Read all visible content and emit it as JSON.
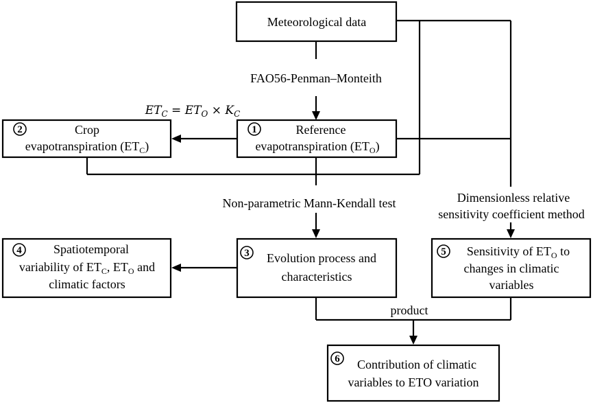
{
  "nodes": {
    "meteorological": {
      "label": "Meteorological data"
    },
    "crop": {
      "number": "2",
      "line1": "Crop",
      "line2_base": "evapotranspiration (ET",
      "line2_sub": "C",
      "line2_end": ")"
    },
    "reference": {
      "number": "1",
      "line1": "Reference",
      "line2_base": "evapotranspiration (ET",
      "line2_sub": "O",
      "line2_end": ")"
    },
    "spatiotemporal": {
      "number": "4",
      "line1": "Spatiotemporal",
      "line2_a": "variability of ET",
      "line2_sub1": "C",
      "line2_b": ", ET",
      "line2_sub2": "O",
      "line2_c": " and",
      "line3": "climatic factors"
    },
    "evolution": {
      "number": "3",
      "line1": "Evolution process and",
      "line2": "characteristics"
    },
    "sensitivity": {
      "number": "5",
      "line1_a": "Sensitivity of ET",
      "line1_sub": "O",
      "line1_b": " to",
      "line2": "changes in climatic",
      "line3": "variables"
    },
    "contribution": {
      "number": "6",
      "line1": "Contribution of climatic",
      "line2": "variables to ETO variation"
    }
  },
  "edge_labels": {
    "penman": "FAO56-Penman–Monteith",
    "mann_kendall": "Non-parametric Mann-Kendall test",
    "sensitivity_method_1": "Dimensionless relative",
    "sensitivity_method_2": "sensitivity coefficient method",
    "product": "product"
  },
  "formula": {
    "lhs": "ET",
    "lhs_sub": "C",
    "eq": " = ET",
    "rhs_sub": "O",
    "times": " × K",
    "k_sub": "C"
  }
}
